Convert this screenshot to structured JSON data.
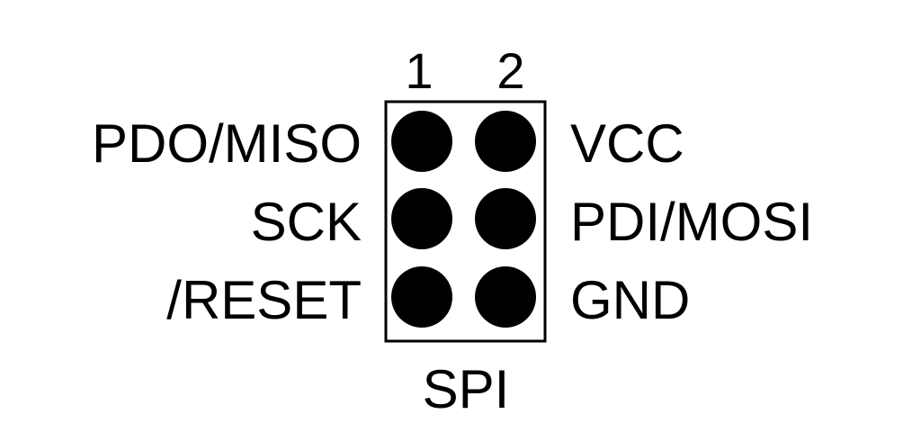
{
  "header": {
    "pin_numbers": [
      "1",
      "2"
    ]
  },
  "left_labels": [
    "PDO/MISO",
    "SCK",
    "/RESET"
  ],
  "right_labels": [
    "VCC",
    "PDI/MOSI",
    "GND"
  ],
  "connector_label": "SPI",
  "pins": {
    "rows": 3,
    "columns": 2
  },
  "colors": {
    "foreground": "#000000",
    "background": "#ffffff"
  }
}
